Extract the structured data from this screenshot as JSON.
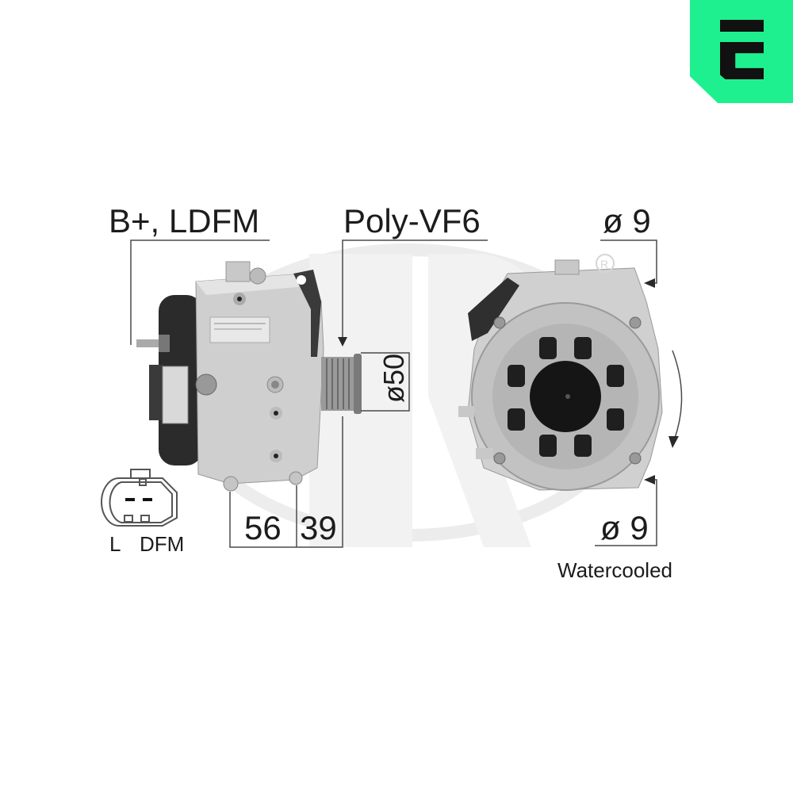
{
  "brand": {
    "logo_letter": "E",
    "logo_color": "#1ff08f",
    "watermark": "ERA",
    "registered_mark": "®"
  },
  "product": {
    "type": "Alternator",
    "views": [
      "side-view",
      "front-view"
    ]
  },
  "annotations": {
    "connection_label": "B+, LDFM",
    "pulley_label": "Poly-VF6",
    "pulley_diameter": "ø50",
    "mount_hole_top": "ø 9",
    "mount_hole_bottom": "ø 9",
    "dim_56": "56",
    "dim_39": "39",
    "cooling": "Watercooled",
    "plug_pin_left": "L",
    "plug_pin_right": "DFM",
    "rotation": "clockwise"
  },
  "colors": {
    "line": "#4a4a4a",
    "text": "#1c1c1c",
    "watermark": "#e6e6e6",
    "body_light": "#d2d2d2",
    "body_dark": "#2a2a2a"
  }
}
